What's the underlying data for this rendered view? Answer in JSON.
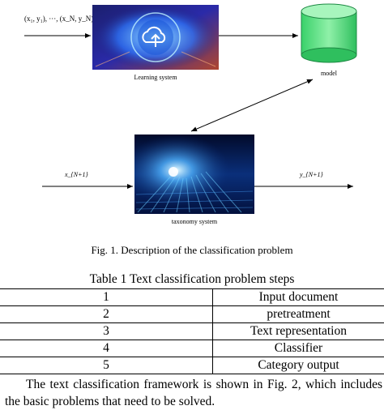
{
  "figure": {
    "input_label": "(x₁, y₁), ···, (x_N, y_N)",
    "learning_system_label": "Learning system",
    "model_label": "model",
    "input_x_label": "x_{N+1}",
    "output_y_label": "y_{N+1}",
    "taxonomy_system_label": "taxonomy system"
  },
  "figure_caption": "Fig. 1.   Description of the classification problem",
  "table": {
    "title": "Table 1 Text classification problem steps",
    "rows": [
      {
        "num": "1",
        "step": "Input document"
      },
      {
        "num": "2",
        "step": "pretreatment"
      },
      {
        "num": "3",
        "step": "Text representation"
      },
      {
        "num": "4",
        "step": "Classifier"
      },
      {
        "num": "5",
        "step": "Category output"
      }
    ]
  },
  "body_text": "The text classification framework is shown in Fig. 2, which includes the basic problems that need to be solved."
}
